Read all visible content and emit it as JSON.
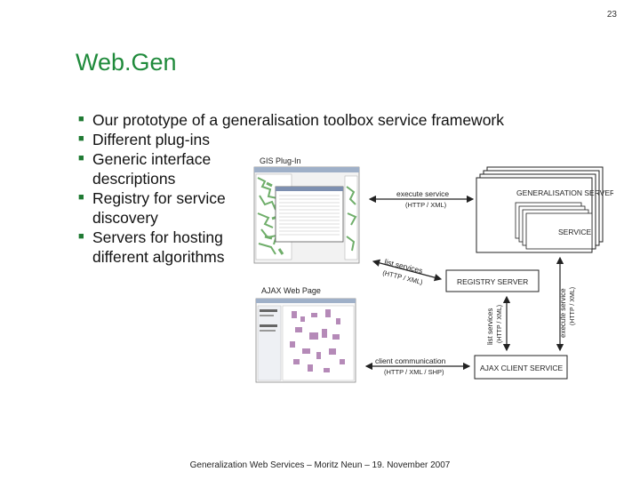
{
  "slide": {
    "number": "23",
    "title": "Web.Gen",
    "footer": "Generalization Web Services – Moritz Neun – 19. November 2007"
  },
  "bullets": [
    "Our prototype of a generalisation toolbox service framework",
    "Different plug-ins",
    "Generic interface descriptions",
    "Registry for service discovery",
    "Servers for hosting different algorithms"
  ],
  "diagram": {
    "gis_plugin_title": "GIS Plug-In",
    "ajax_page_title": "AJAX Web Page",
    "execute_service": "execute service",
    "execute_service_protocol": "(HTTP / XML)",
    "list_services": "list services",
    "list_services_protocol": "(HTTP / XML)",
    "client_communication": "client communication",
    "client_communication_protocol": "(HTTP / XML / SHP)",
    "generalisation_server": "GENERALISATION SERVER",
    "service": "SERVICE",
    "registry_server": "REGISTRY SERVER",
    "ajax_client_service": "AJAX CLIENT SERVICE",
    "vertical_list_services": "list services",
    "vertical_list_services_protocol": "(HTTP / XML)",
    "vertical_execute_service": "execute service",
    "vertical_execute_service_protocol": "(HTTP / XML)"
  },
  "colors": {
    "title": "#1f8a3b",
    "bullet": "#1f7a33",
    "map_green": "#6fae6a",
    "map_purple": "#b58ab8"
  }
}
